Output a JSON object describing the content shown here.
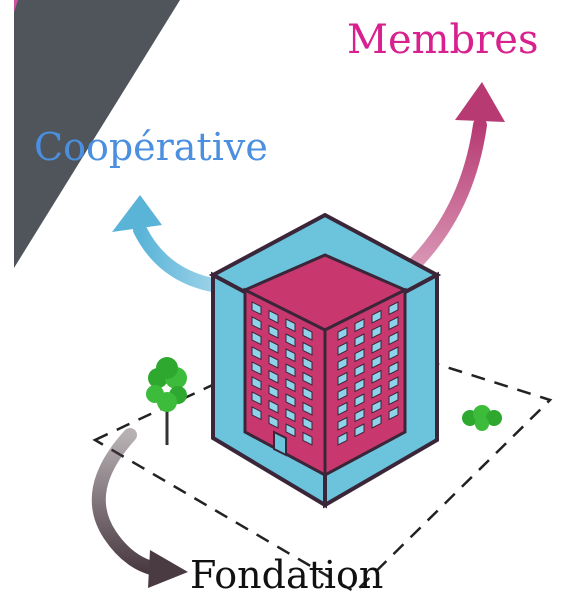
{
  "labels": {
    "membres": "Membres",
    "cooperative": "Coopérative",
    "fondation": "Fondation"
  },
  "colors": {
    "membres": "#d8208f",
    "cooperative": "#4a8fe0",
    "fondation": "#111111",
    "corner_triangle": "#50555c",
    "building_outer": "#6cc3dc",
    "building_inner": "#c8386e",
    "tree_green": "#2ea82e",
    "arrow_membres": "#b73a73",
    "arrow_coop": "#5ab4d8",
    "arrow_fondation": "#4a3a42"
  }
}
